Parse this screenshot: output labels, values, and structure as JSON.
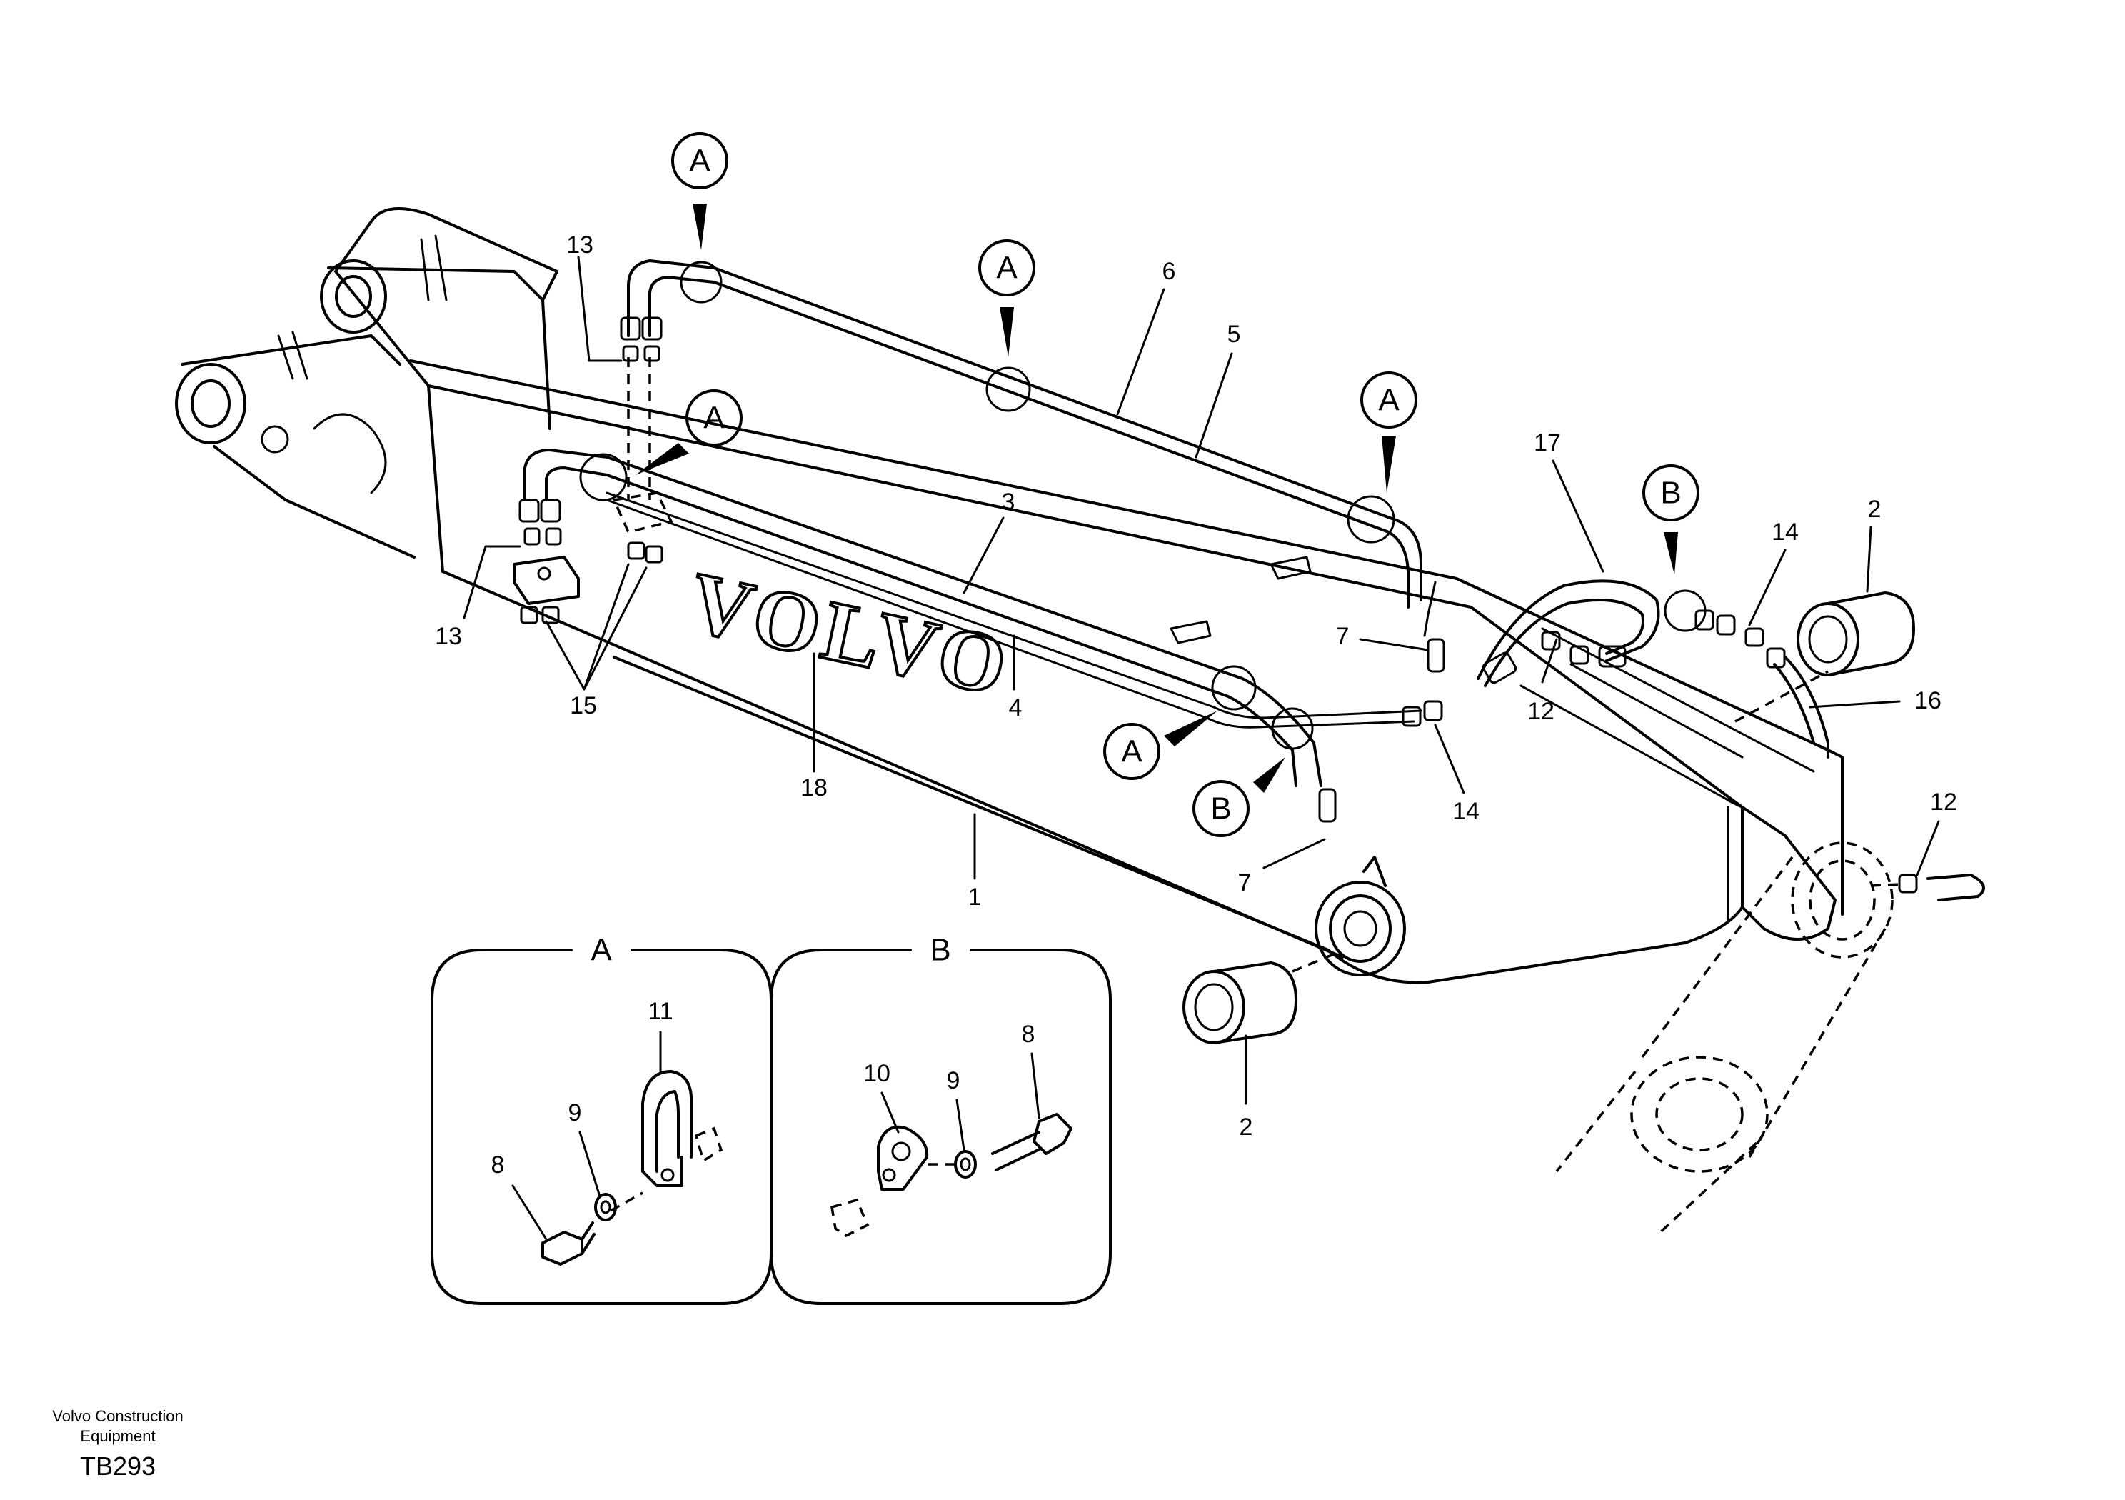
{
  "brand": {
    "logo_text": "VOLVO"
  },
  "callouts": {
    "c1": "1",
    "c2a": "2",
    "c2b": "2",
    "c3": "3",
    "c4": "4",
    "c5": "5",
    "c6": "6",
    "c7a": "7",
    "c7b": "7",
    "c12a": "12",
    "c12b": "12",
    "c13a": "13",
    "c13b": "13",
    "c14a": "14",
    "c14b": "14",
    "c15": "15",
    "c16": "16",
    "c17": "17",
    "c18": "18"
  },
  "detail_markers": {
    "a1": "A",
    "a2": "A",
    "a3": "A",
    "a4": "A",
    "a5": "A",
    "b1": "B",
    "b2": "B"
  },
  "detail_a": {
    "title": "A",
    "c11": "11",
    "c9": "9",
    "c8": "8"
  },
  "detail_b": {
    "title": "B",
    "c10": "10",
    "c9": "9",
    "c8": "8"
  },
  "footer": {
    "company_line1": "Volvo Construction",
    "company_line2": "Equipment",
    "figure_code": "TB293"
  }
}
